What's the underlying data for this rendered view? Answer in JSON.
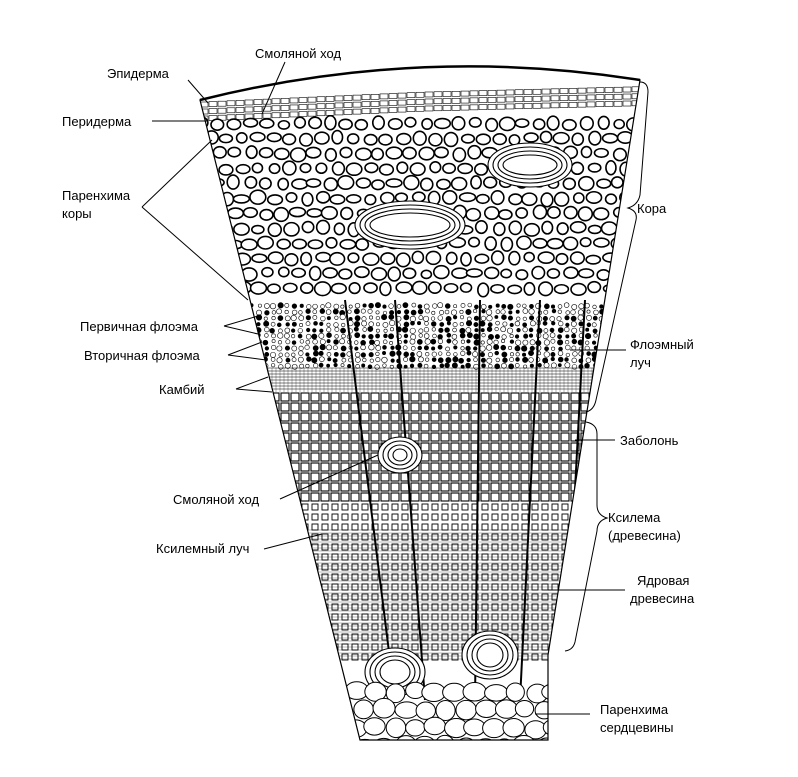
{
  "labels": {
    "epidermis": "Эпидерма",
    "resin_duct_top": "Смоляной ход",
    "periderm": "Перидерма",
    "cortex_parenchyma_1": "Паренхима",
    "cortex_parenchyma_2": "коры",
    "primary_phloem": "Первичная флоэма",
    "secondary_phloem": "Вторичная флоэма",
    "cambium": "Камбий",
    "resin_duct_mid": "Смоляной ход",
    "xylem_ray": "Ксилемный луч",
    "cortex": "Кора",
    "phloem_ray_1": "Флоэмный",
    "phloem_ray_2": "луч",
    "sapwood": "Заболонь",
    "xylem_1": "Ксилема",
    "xylem_2": "(древесина)",
    "heartwood_1": "Ядровая",
    "heartwood_2": "древесина",
    "pith_1": "Паренхима",
    "pith_2": "сердцевины"
  },
  "colors": {
    "ink": "#000000",
    "paper": "#ffffff"
  }
}
